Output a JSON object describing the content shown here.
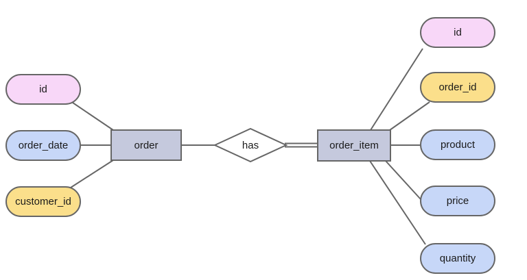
{
  "colors": {
    "background": "#ffffff",
    "stroke": "#666666",
    "text": "#1a1a1a",
    "entity_fill": "#c5c9dd",
    "diamond_fill": "#ffffff",
    "attribute_pink": "#f8d7f8",
    "attribute_blue": "#c7d7f8",
    "attribute_yellow": "#fbdf8b"
  },
  "diagram": {
    "type": "entity-relationship",
    "entities": [
      {
        "name": "order",
        "attributes": [
          {
            "label": "id",
            "fill": "#f8d7f8"
          },
          {
            "label": "order_date",
            "fill": "#c7d7f8"
          },
          {
            "label": "customer_id",
            "fill": "#fbdf8b"
          }
        ]
      },
      {
        "name": "order_item",
        "attributes": [
          {
            "label": "id",
            "fill": "#f8d7f8"
          },
          {
            "label": "order_id",
            "fill": "#fbdf8b"
          },
          {
            "label": "product",
            "fill": "#c7d7f8"
          },
          {
            "label": "price",
            "fill": "#c7d7f8"
          },
          {
            "label": "quantity",
            "fill": "#c7d7f8"
          }
        ]
      }
    ],
    "relationship": {
      "label": "has",
      "from": "order",
      "to": "order_item",
      "from_edge_style": "single-line",
      "to_edge_style": "double-line"
    }
  }
}
